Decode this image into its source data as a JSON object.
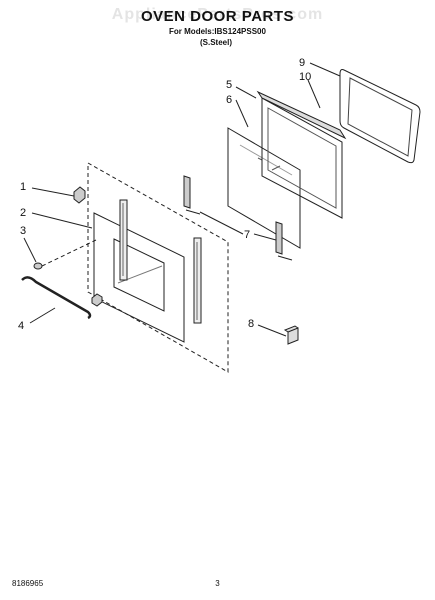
{
  "watermark": "AppliancePartsPros.com",
  "header": {
    "title": "OVEN DOOR PARTS",
    "subtitle": "For Models:IBS124PSS00",
    "material": "(S.Steel)"
  },
  "callouts": [
    "1",
    "2",
    "3",
    "4",
    "5",
    "6",
    "7",
    "8",
    "9",
    "10"
  ],
  "footer": {
    "part_number": "8186965",
    "page": "3"
  }
}
